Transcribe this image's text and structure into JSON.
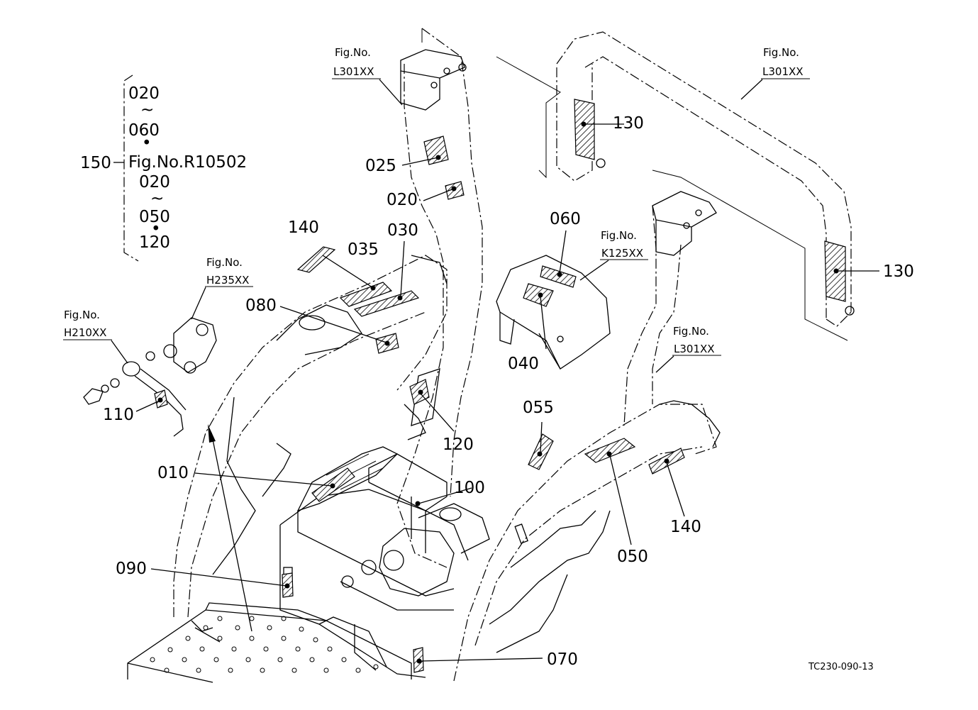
{
  "callouts": {
    "c010": "010",
    "c020": "020",
    "c025": "025",
    "c030": "030",
    "c035": "035",
    "c040": "040",
    "c050": "050",
    "c055": "055",
    "c060": "060",
    "c070": "070",
    "c080": "080",
    "c090": "090",
    "c100": "100",
    "c110": "110",
    "c120": "120",
    "c130a": "130",
    "c130b": "130",
    "c140a": "140",
    "c140b": "140",
    "c150": "150"
  },
  "bracket_group": {
    "lines": [
      "020",
      "~",
      "060",
      "•",
      "Fig.No.R10502",
      "020",
      "~",
      "050",
      "•",
      "120"
    ]
  },
  "fig_refs": [
    {
      "label": "Fig.No.",
      "code": "L301XX"
    },
    {
      "label": "Fig.No.",
      "code": "L301XX"
    },
    {
      "label": "Fig.No.",
      "code": "K125XX"
    },
    {
      "label": "Fig.No.",
      "code": "L301XX"
    },
    {
      "label": "Fig.No.",
      "code": "H235XX"
    },
    {
      "label": "Fig.No.",
      "code": "H210XX"
    }
  ],
  "drawing_code": "TC230-090-13"
}
